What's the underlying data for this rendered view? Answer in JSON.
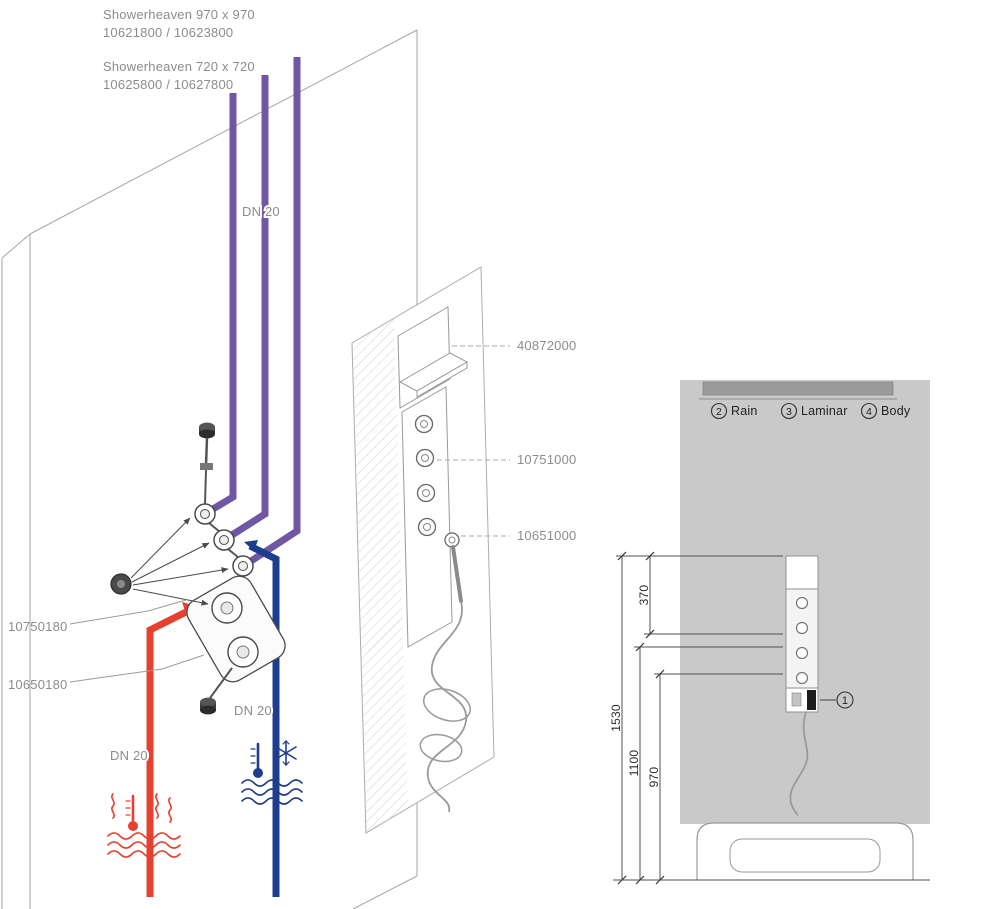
{
  "header": {
    "product_1": {
      "name": "Showerheaven 970 x 970",
      "codes": "10621800 / 10623800"
    },
    "product_2": {
      "name": "Showerheaven 720 x 720",
      "codes": "10625800 / 10627800"
    }
  },
  "pipe_labels": {
    "supply": "DN 20",
    "hot": "DN 20",
    "cold": "DN 20"
  },
  "part_numbers": {
    "basic_set_upper": "10750180",
    "basic_set_lower": "10650180",
    "shelf": "40872000",
    "thermostat_module": "10751000",
    "handshower_module": "10651000"
  },
  "legend": {
    "items": [
      {
        "num": "2",
        "label": "Rain"
      },
      {
        "num": "3",
        "label": "Laminar"
      },
      {
        "num": "4",
        "label": "Body"
      }
    ]
  },
  "elevation": {
    "marker_1": "1",
    "dim_total": "1530",
    "dim_top": "370",
    "dim_mid": "1100",
    "dim_low": "970"
  },
  "colors": {
    "supply_pipe": "#6F57A5",
    "hot_pipe": "#E6402F",
    "cold_pipe": "#1E3D8F",
    "label_gray": "#8C8C8C",
    "wall_fill": "#C9C9C9",
    "ceiling_bar_fill": "#9A9A9A"
  }
}
